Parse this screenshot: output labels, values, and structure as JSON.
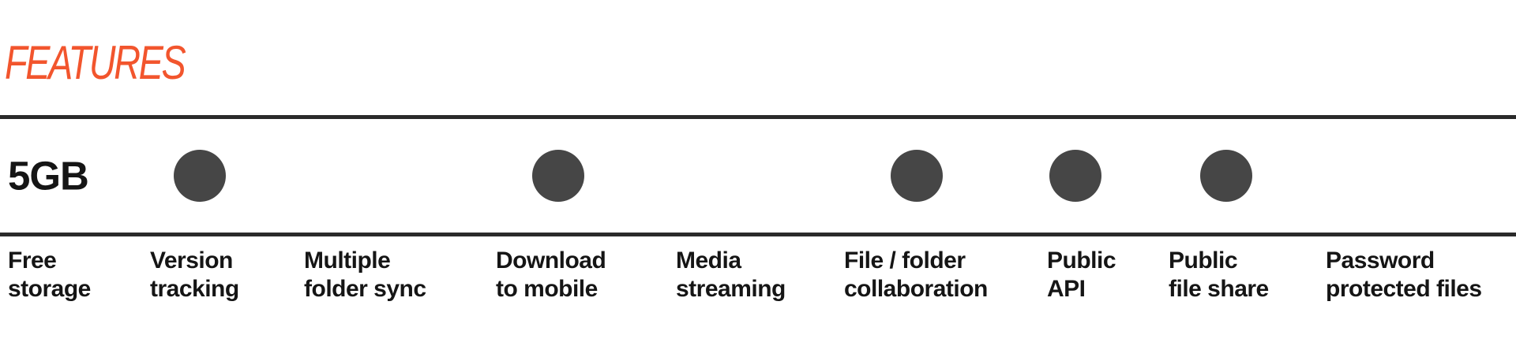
{
  "heading": "FEATURES",
  "colors": {
    "heading": "#f2552d",
    "dot": "#464646",
    "rule": "#2a2a2a",
    "text": "#151515"
  },
  "storage_value": "5GB",
  "features": [
    {
      "id": "free-storage",
      "line1": "Free",
      "line2": "storage",
      "value": "5GB",
      "available": true
    },
    {
      "id": "version-tracking",
      "line1": "Version",
      "line2": "tracking",
      "available": true
    },
    {
      "id": "multiple-folder-sync",
      "line1": "Multiple",
      "line2": "folder sync",
      "available": false
    },
    {
      "id": "download-to-mobile",
      "line1": "Download",
      "line2": "to mobile",
      "available": true
    },
    {
      "id": "media-streaming",
      "line1": "Media",
      "line2": "streaming",
      "available": false
    },
    {
      "id": "file-folder-collaboration",
      "line1": "File / folder",
      "line2": "collaboration",
      "available": true
    },
    {
      "id": "public-api",
      "line1": "Public",
      "line2": "API",
      "available": true
    },
    {
      "id": "public-file-share",
      "line1": "Public",
      "line2": "file share",
      "available": true
    },
    {
      "id": "password-protected-files",
      "line1": "Password",
      "line2": "protected files",
      "available": false
    }
  ]
}
